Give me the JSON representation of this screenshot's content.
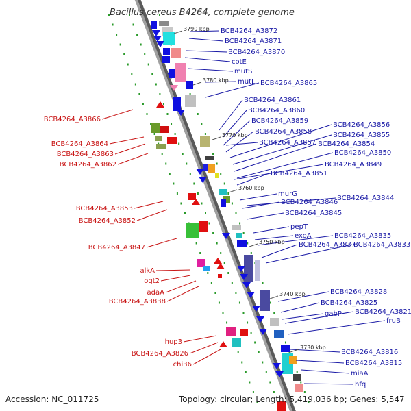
{
  "title": "Bacillus cereus B4264, complete genome",
  "footer": {
    "accession": "Accession: NC_011725",
    "topology": "Topology: circular; Length: 5,419,036 bp; Genes: 5,547"
  },
  "colors": {
    "backbone": "#8c8c8c",
    "forward_label": "#1a1aa6",
    "reverse_label": "#c81414",
    "forward_gene": "#1010e0",
    "reverse_gene": "#e01010",
    "dots": "#2a9a2a"
  },
  "ticks": [
    {
      "label": "3790 kbp"
    },
    {
      "label": "3780 kbp"
    },
    {
      "label": "3770 kbp"
    },
    {
      "label": "3760 kbp"
    },
    {
      "label": "3750 kbp"
    },
    {
      "label": "3740 kbp"
    },
    {
      "label": "3730 kbp"
    }
  ],
  "forward_labels": [
    "BCB4264_A3872",
    "BCB4264_A3871",
    "BCB4264_A3870",
    "cotE",
    "mutS",
    "mutL",
    "BCB4264_A3865",
    "BCB4264_A3861",
    "BCB4264_A3860",
    "BCB4264_A3859",
    "BCB4264_A3858",
    "BCB4264_A3856",
    "BCB4264_A3855",
    "BCB4264_A3857",
    "BCB4264_A3854",
    "BCB4264_A3850",
    "BCB4264_A3849",
    "BCB4264_A3851",
    "murG",
    "BCB4264_A3844",
    "BCB4264_A3846",
    "BCB4264_A3845",
    "pepT",
    "exoA",
    "BCB4264_A3835",
    "BCB4264_A3837",
    "BCB4264_A3833",
    "BCB4264_A3828",
    "BCB4264_A3825",
    "gabP",
    "BCB4264_A3821",
    "fruB",
    "BCB4264_A3816",
    "BCB4264_A3815",
    "miaA",
    "hfq"
  ],
  "reverse_labels": [
    "BCB4264_A3866",
    "BCB4264_A3864",
    "BCB4264_A3863",
    "BCB4264_A3862",
    "BCB4264_A3853",
    "BCB4264_A3852",
    "BCB4264_A3847",
    "alkA",
    "ogt2",
    "adaA",
    "BCB4264_A3838",
    "hup3",
    "BCB4264_A3826",
    "chi36"
  ]
}
